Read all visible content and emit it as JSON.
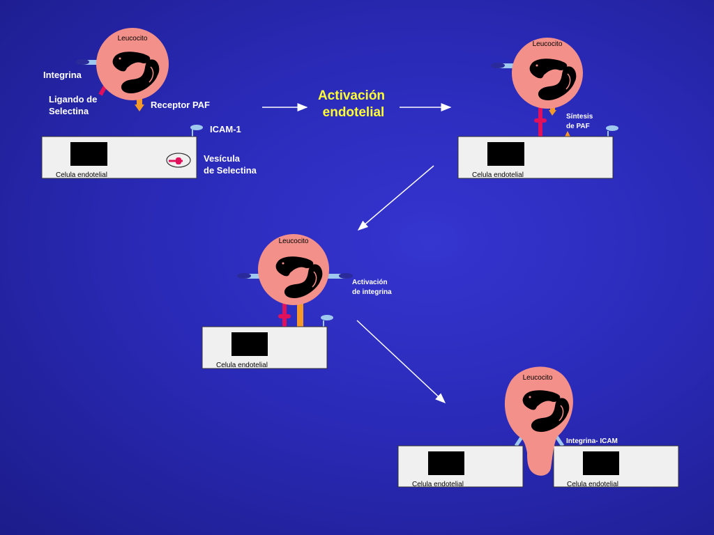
{
  "title_line1": "Activación",
  "title_line2": "endotelial",
  "leukocyte_label": "Leucocito",
  "cell_label": "Celula endotelial",
  "labels": {
    "integrina": "Integrina",
    "ligando_1": "Ligando de",
    "ligando_2": "Selectina",
    "receptor_paf": "Receptor PAF",
    "icam1": "ICAM-1",
    "vesicula_1": "Vesícula",
    "vesicula_2": "de Selectina",
    "sintesis_1": "Síntesis",
    "sintesis_2": "de PAF",
    "activacion_1": "Activación",
    "activacion_2": "de integrina",
    "integrina_icam": "Integrina- ICAM"
  },
  "colors": {
    "leukocyte": "#f4908a",
    "nucleus": "#000000",
    "selectin_ligand": "#e0105a",
    "paf_receptor": "#f59a2a",
    "integrin": "#9fc8ee",
    "title": "#ffff33"
  }
}
